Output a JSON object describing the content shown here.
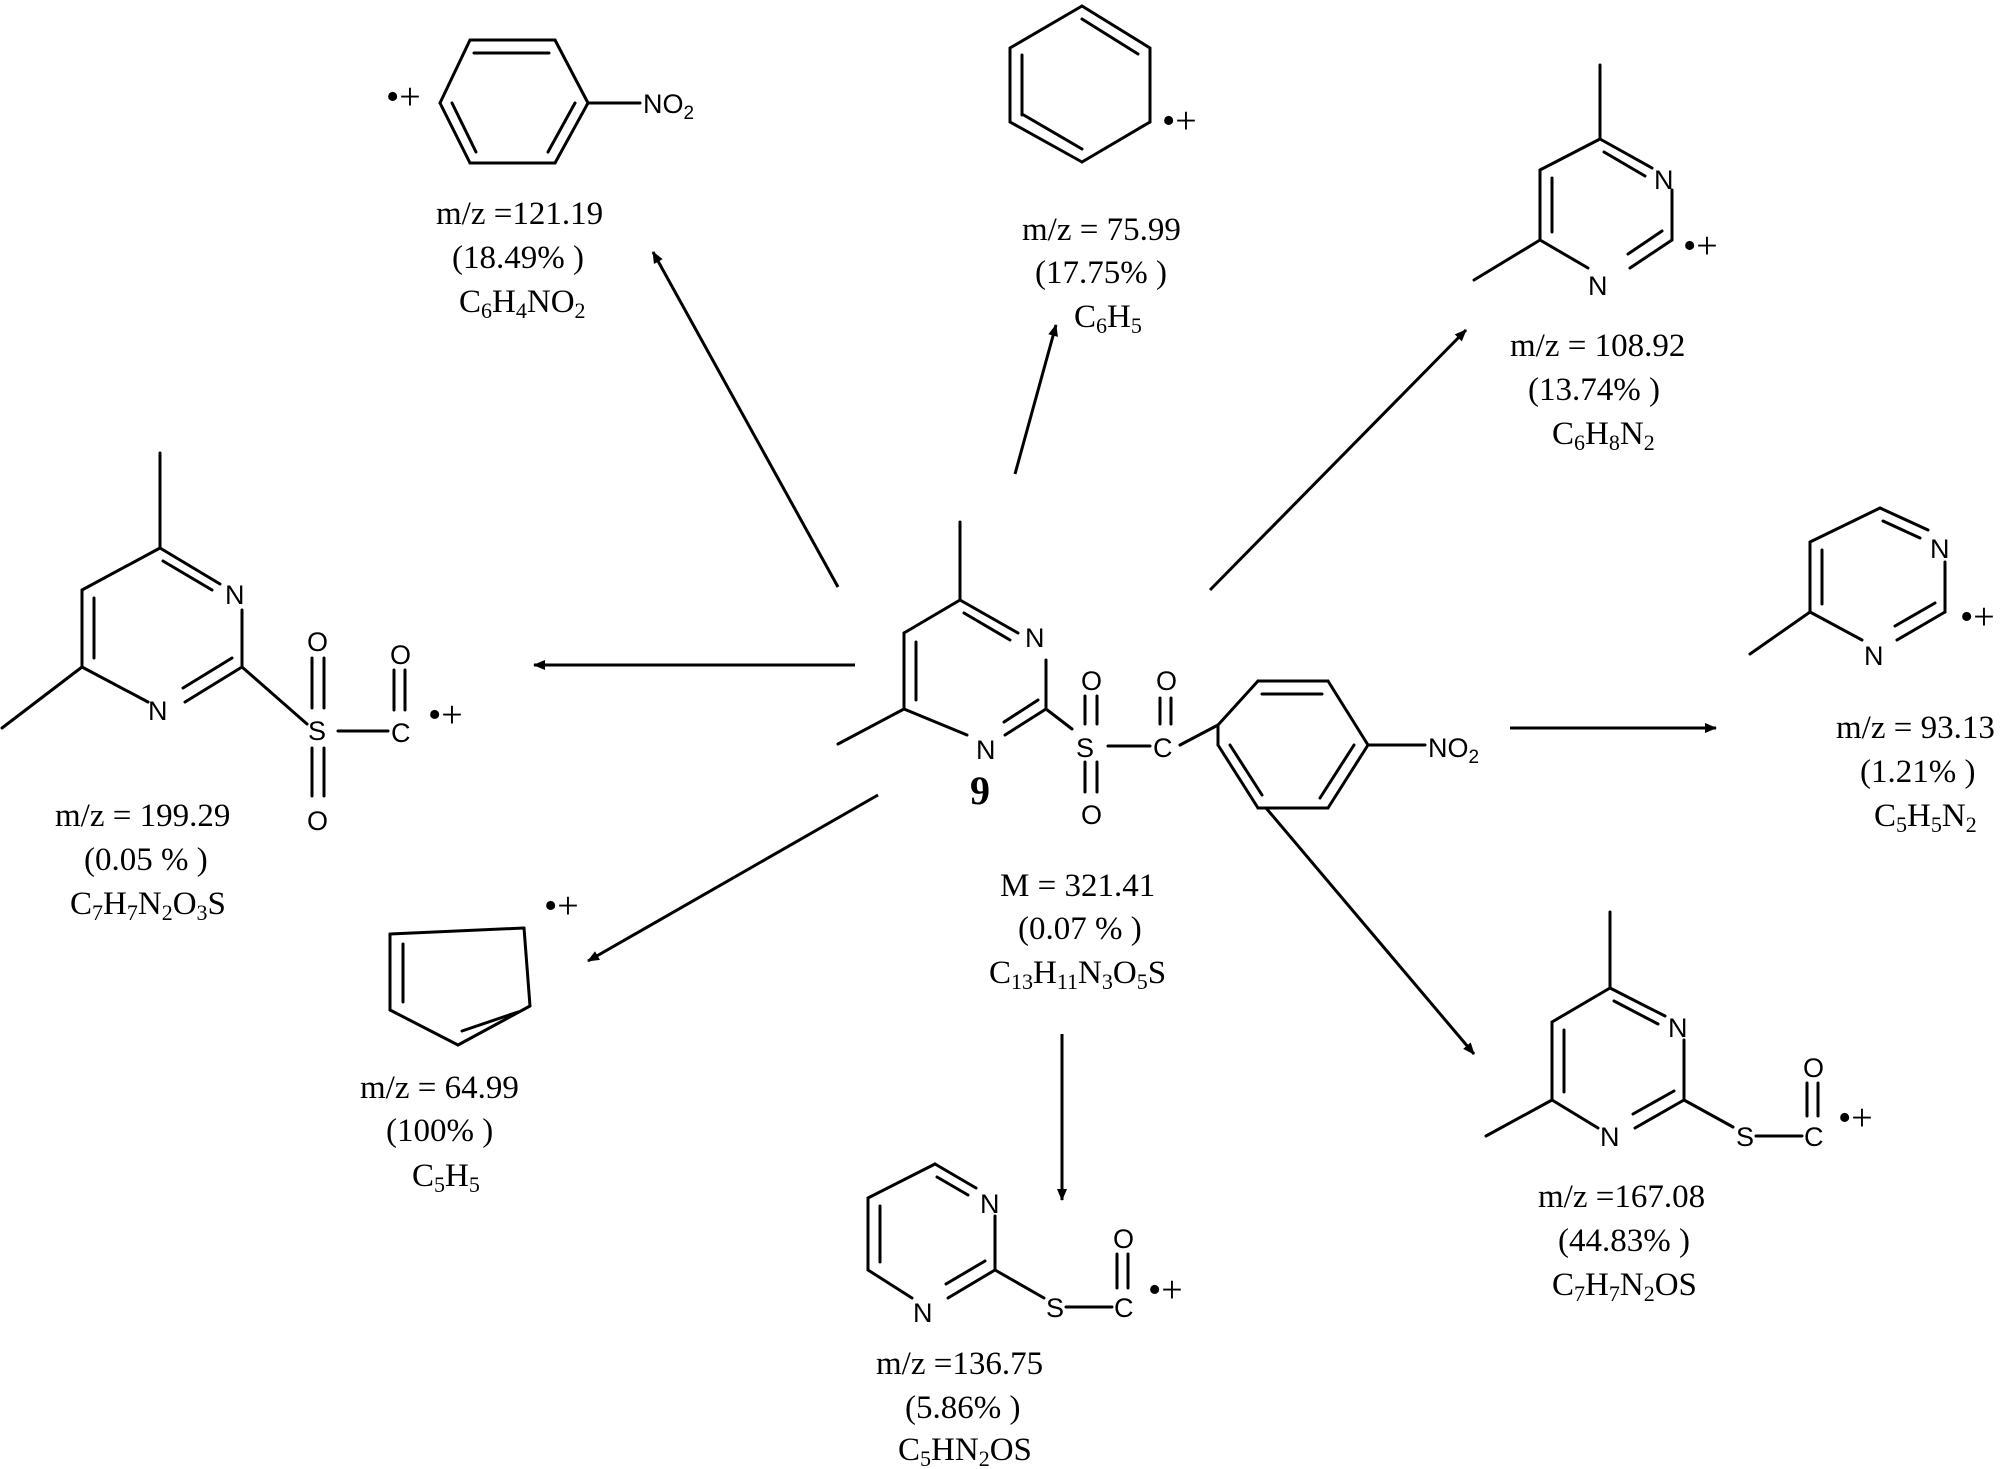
{
  "parent": {
    "compound_number": "9",
    "mass": "M = 321.41",
    "abundance": "(0.07 % )",
    "formula": "C13H11N3O5S"
  },
  "atoms": {
    "N": "N",
    "S": "S",
    "O": "O",
    "C": "C",
    "NO2": "NO2",
    "radical_cation": "•+"
  },
  "fragments": [
    {
      "id": "nitrophenyl",
      "mz": "m/z =121.19",
      "abundance": "(18.49% )",
      "formula": "C6H4NO2"
    },
    {
      "id": "phenyl",
      "mz": "m/z = 75.99",
      "abundance": "(17.75% )",
      "formula": "C6H5"
    },
    {
      "id": "dimethylpyrimidine",
      "mz": "m/z = 108.92",
      "abundance": "(13.74% )",
      "formula": "C6H8N2"
    },
    {
      "id": "sulfonyl-carbonyl",
      "mz": "m/z = 199.29",
      "abundance": "(0.05 % )",
      "formula": "C7H7N2O3S"
    },
    {
      "id": "methylpyrimidine",
      "mz": "m/z = 93.13",
      "abundance": "(1.21% )",
      "formula": "C5H5N2"
    },
    {
      "id": "cyclopentadienyl",
      "mz": "m/z = 64.99",
      "abundance": "(100% )",
      "formula": "C5H5"
    },
    {
      "id": "thiocarbonyl-dimethyl",
      "mz": "m/z =167.08",
      "abundance": "(44.83% )",
      "formula": "C7H7N2OS"
    },
    {
      "id": "thiocarbonyl-pyrimidine",
      "mz": "m/z =136.75",
      "abundance": "(5.86% )",
      "formula": "C5HN2OS"
    }
  ]
}
